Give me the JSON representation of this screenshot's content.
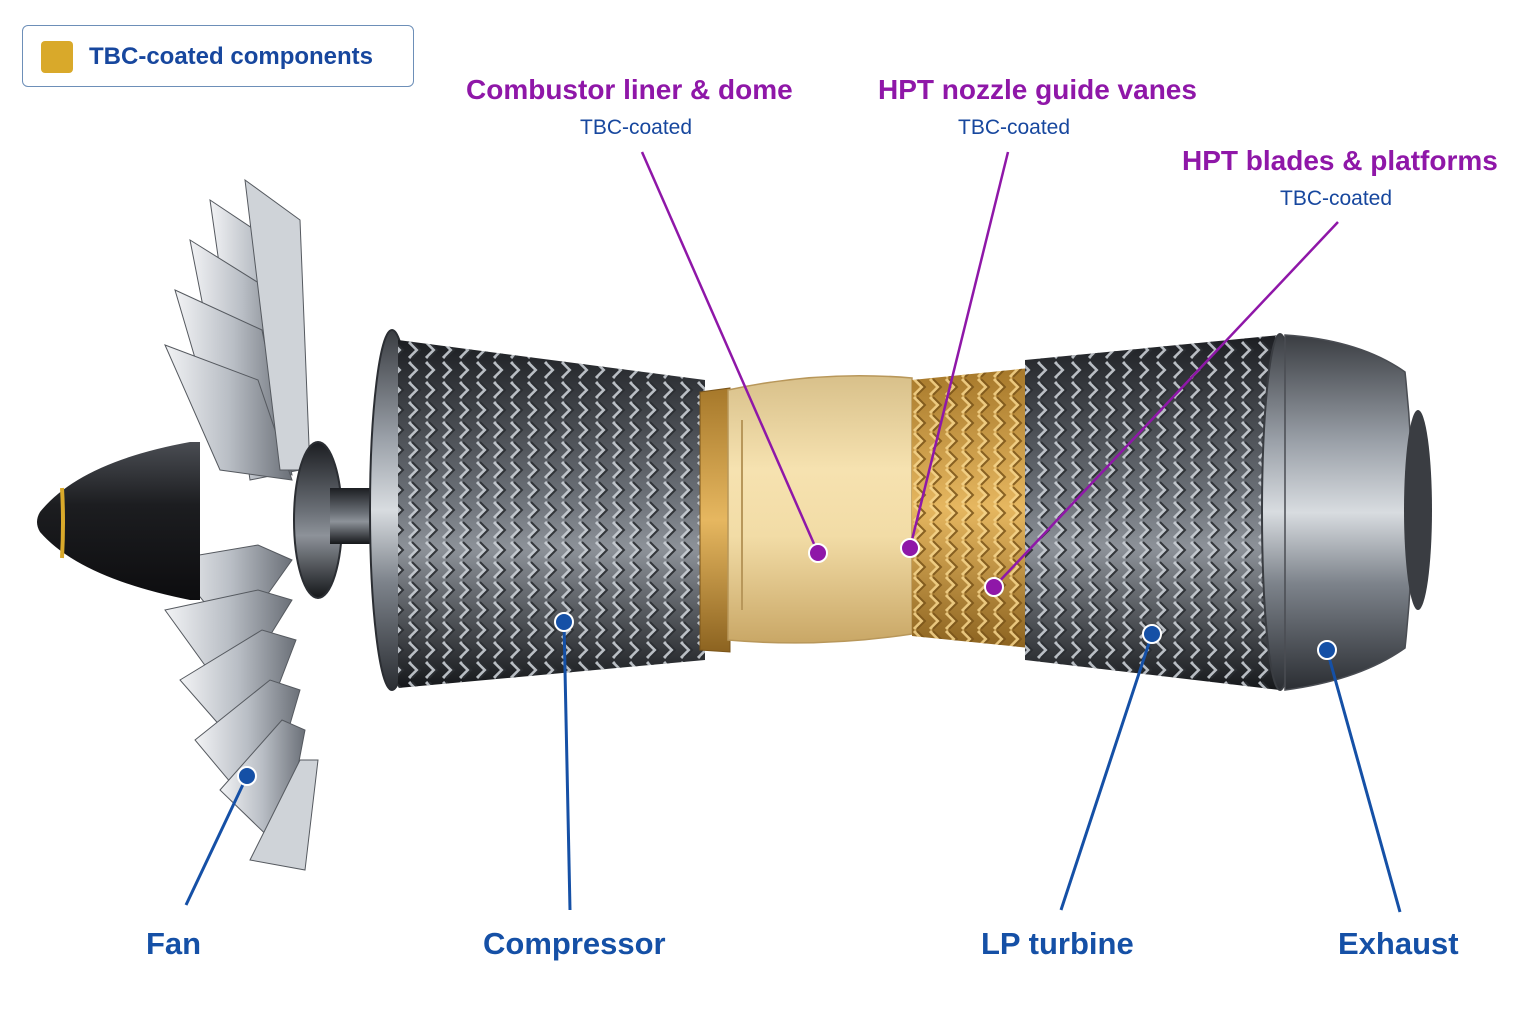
{
  "legend": {
    "label": "TBC-coated components",
    "swatch_color": "#d9a92a"
  },
  "colors": {
    "tbc_label": "#8f17a8",
    "component_label": "#1550a6",
    "sub_label": "#17479e",
    "tbc_coating": "#d9a92a"
  },
  "tbc_components": [
    {
      "name": "Combustor liner & dome",
      "note": "TBC-coated"
    },
    {
      "name": "HPT nozzle guide vanes",
      "note": "TBC-coated"
    },
    {
      "name": "HPT blades & platforms",
      "note": "TBC-coated"
    }
  ],
  "components": [
    {
      "name": "Fan"
    },
    {
      "name": "Compressor"
    },
    {
      "name": "LP turbine"
    },
    {
      "name": "Exhaust"
    }
  ]
}
